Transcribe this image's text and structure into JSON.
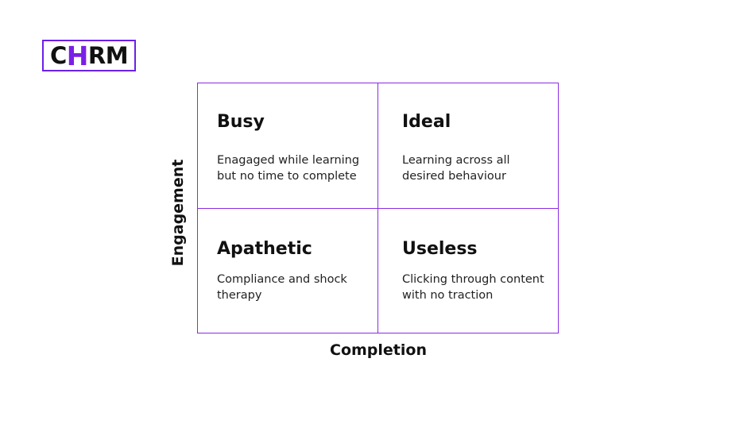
{
  "logo": {
    "prefix": "C",
    "accent": "H",
    "suffix": "RM",
    "border_color": "#6b21e8",
    "accent_color": "#7a1fe6"
  },
  "axes": {
    "y_label": "Engagement",
    "x_label": "Completion"
  },
  "quadrants": [
    {
      "title": "Busy",
      "description": "Enagaged while learning but no time to complete"
    },
    {
      "title": "Ideal",
      "description": "Learning across all desired behaviour"
    },
    {
      "title": "Apathetic",
      "description": "Compliance and shock therapy"
    },
    {
      "title": "Useless",
      "description": "Clicking through content with no traction"
    }
  ],
  "colors": {
    "grid_line": "#8a2be2",
    "text": "#111111"
  }
}
